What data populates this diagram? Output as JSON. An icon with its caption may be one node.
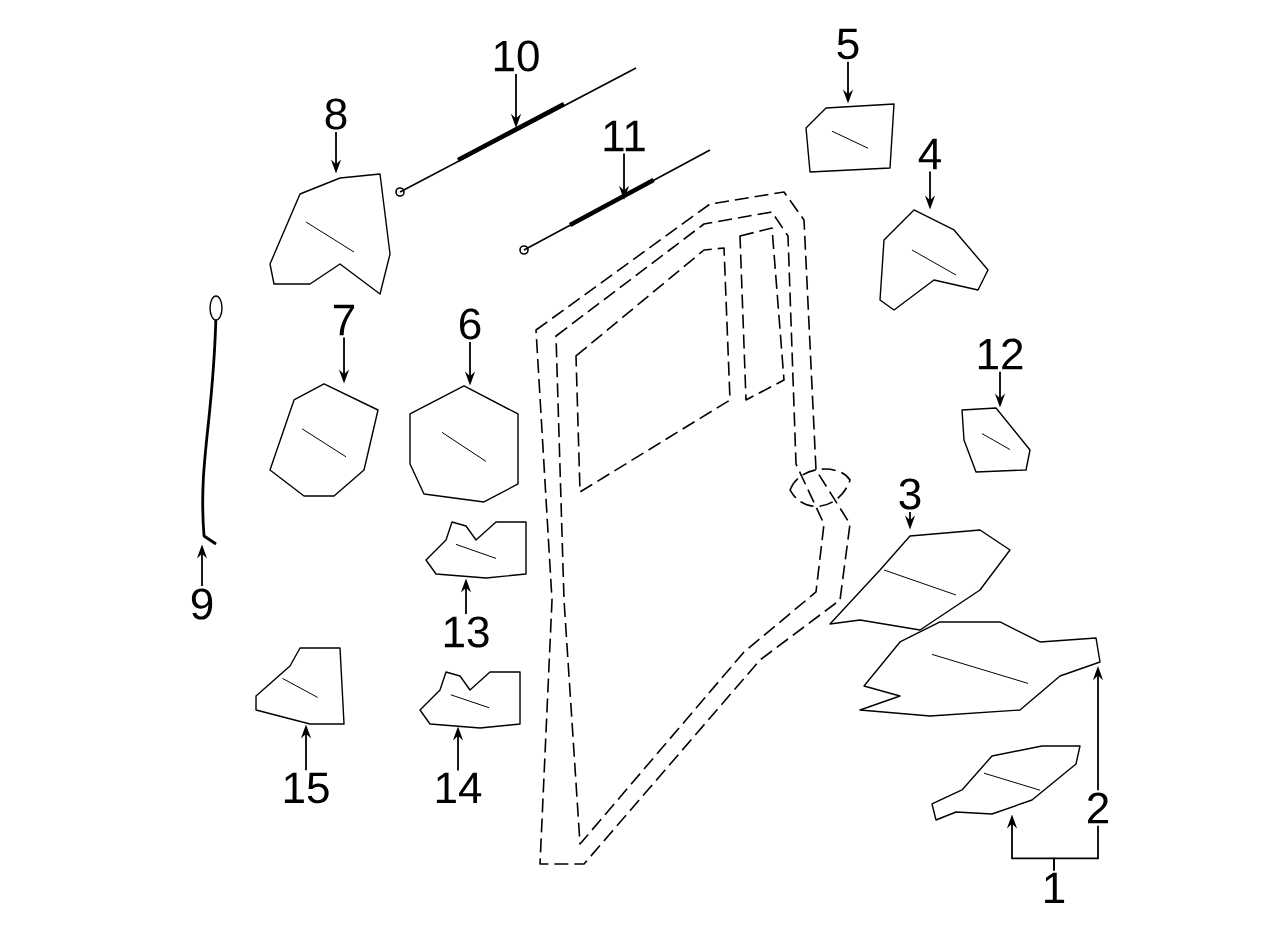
{
  "diagram": {
    "nodes": [
      {
        "text": [
          "1"
        ]
      },
      {
        "text": [
          "2"
        ]
      },
      {
        "text": [
          "3"
        ]
      },
      {
        "text": [
          "4"
        ]
      },
      {
        "text": [
          "5"
        ]
      },
      {
        "text": [
          "6"
        ]
      },
      {
        "text": [
          "7"
        ]
      },
      {
        "text": [
          "8"
        ]
      },
      {
        "text": [
          "9"
        ]
      },
      {
        "text": [
          "10"
        ]
      },
      {
        "text": [
          "11"
        ]
      },
      {
        "text": [
          "12"
        ]
      },
      {
        "text": [
          "13"
        ]
      },
      {
        "text": [
          "14"
        ]
      },
      {
        "text": [
          "15"
        ]
      },
      {
        "text": [],
        "shape": "picture"
      },
      {
        "text": [],
        "shape": "picture"
      },
      {
        "text": [],
        "shape": "picture"
      },
      {
        "text": [],
        "shape": "picture"
      },
      {
        "text": [],
        "shape": "picture"
      },
      {
        "text": [],
        "shape": "picture"
      },
      {
        "text": [],
        "shape": "picture"
      },
      {
        "text": [],
        "shape": "picture"
      },
      {
        "text": [],
        "shape": "picture"
      },
      {
        "text": [],
        "shape": "picture"
      },
      {
        "text": [],
        "shape": "picture"
      },
      {
        "text": [],
        "shape": "picture"
      },
      {
        "text": [],
        "shape": "picture"
      },
      {
        "text": [],
        "shape": "picture"
      },
      {
        "text": [],
        "shape": "picture"
      }
    ],
    "edges": [
      {
        "from": 0,
        "to": 15,
        "arrow": "to"
      },
      {
        "from": 0,
        "to": 1,
        "arrow": "none"
      },
      {
        "from": 1,
        "to": 16,
        "arrow": "to"
      },
      {
        "from": 2,
        "to": 17,
        "arrow": "to"
      },
      {
        "from": 3,
        "to": 18,
        "arrow": "to"
      },
      {
        "from": 4,
        "to": 19,
        "arrow": "to"
      },
      {
        "from": 5,
        "to": 20,
        "arrow": "to"
      },
      {
        "from": 6,
        "to": 21,
        "arrow": "to"
      },
      {
        "from": 7,
        "to": 22,
        "arrow": "to"
      },
      {
        "from": 8,
        "to": 23,
        "arrow": "to"
      },
      {
        "from": 9,
        "to": 24,
        "arrow": "to"
      },
      {
        "from": 10,
        "to": 25,
        "arrow": "to"
      },
      {
        "from": 11,
        "to": 26,
        "arrow": "to"
      },
      {
        "from": 12,
        "to": 27,
        "arrow": "to"
      },
      {
        "from": 13,
        "to": 28,
        "arrow": "to"
      },
      {
        "from": 14,
        "to": 29,
        "arrow": "to"
      }
    ]
  }
}
